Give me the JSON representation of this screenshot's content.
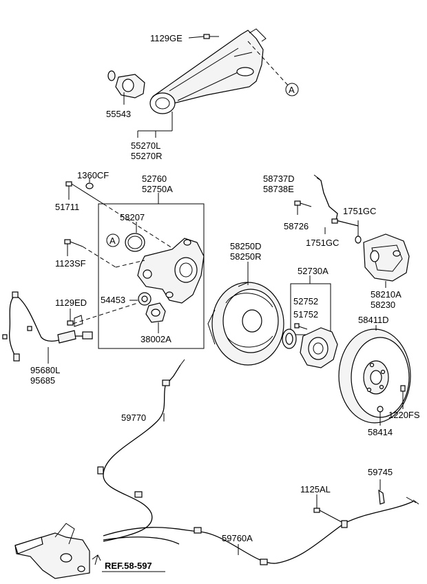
{
  "labels": {
    "p1129GE": "1129GE",
    "p55543": "55543",
    "p55270L": "55270L",
    "p55270R": "55270R",
    "p1360CF": "1360CF",
    "p51711": "51711",
    "p52760": "52760",
    "p52750A": "52750A",
    "p58207": "58207",
    "p1123SF": "1123SF",
    "p1129ED": "1129ED",
    "p54453": "54453",
    "p38002A": "38002A",
    "p95680L": "95680L",
    "p95685": "95685",
    "p58737D": "58737D",
    "p58738E": "58738E",
    "p58726": "58726",
    "p1751GC_a": "1751GC",
    "p1751GC_b": "1751GC",
    "p58210A": "58210A",
    "p58230": "58230",
    "p58250D": "58250D",
    "p58250R": "58250R",
    "p52730A": "52730A",
    "p52752": "52752",
    "p51752": "51752",
    "p58411D": "58411D",
    "p1220FS": "1220FS",
    "p58414": "58414",
    "p59770": "59770",
    "p59745": "59745",
    "p1125AL": "1125AL",
    "p59760A": "59760A",
    "ref": "REF.58-597"
  },
  "markers": {
    "a_top": "A",
    "a_knuckle": "A"
  }
}
